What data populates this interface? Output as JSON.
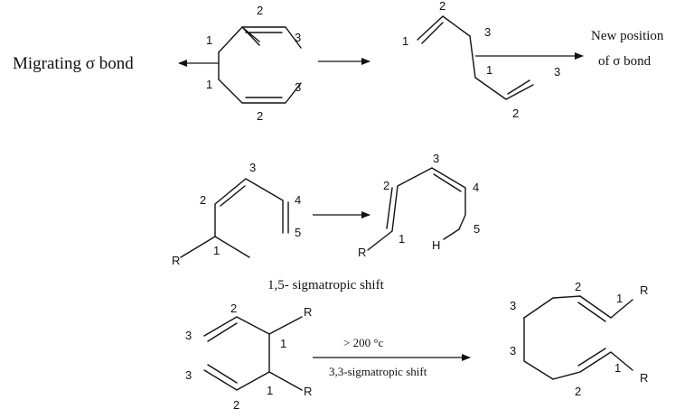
{
  "figure": {
    "sigma_labels": {
      "migrating": "Migrating σ bond",
      "new_position_line1": "New position",
      "new_position_line2": "of σ bond"
    },
    "atom_numbers": {
      "one": "1",
      "two": "2",
      "three": "3",
      "four": "4",
      "five": "5"
    },
    "substituent": "R",
    "hydrogen": "H",
    "shift_15_caption": "1,5- sigmatropic shift",
    "shift_33_condition": "> 200 °c",
    "shift_33_caption": "3,3-sigmatropic shift"
  }
}
